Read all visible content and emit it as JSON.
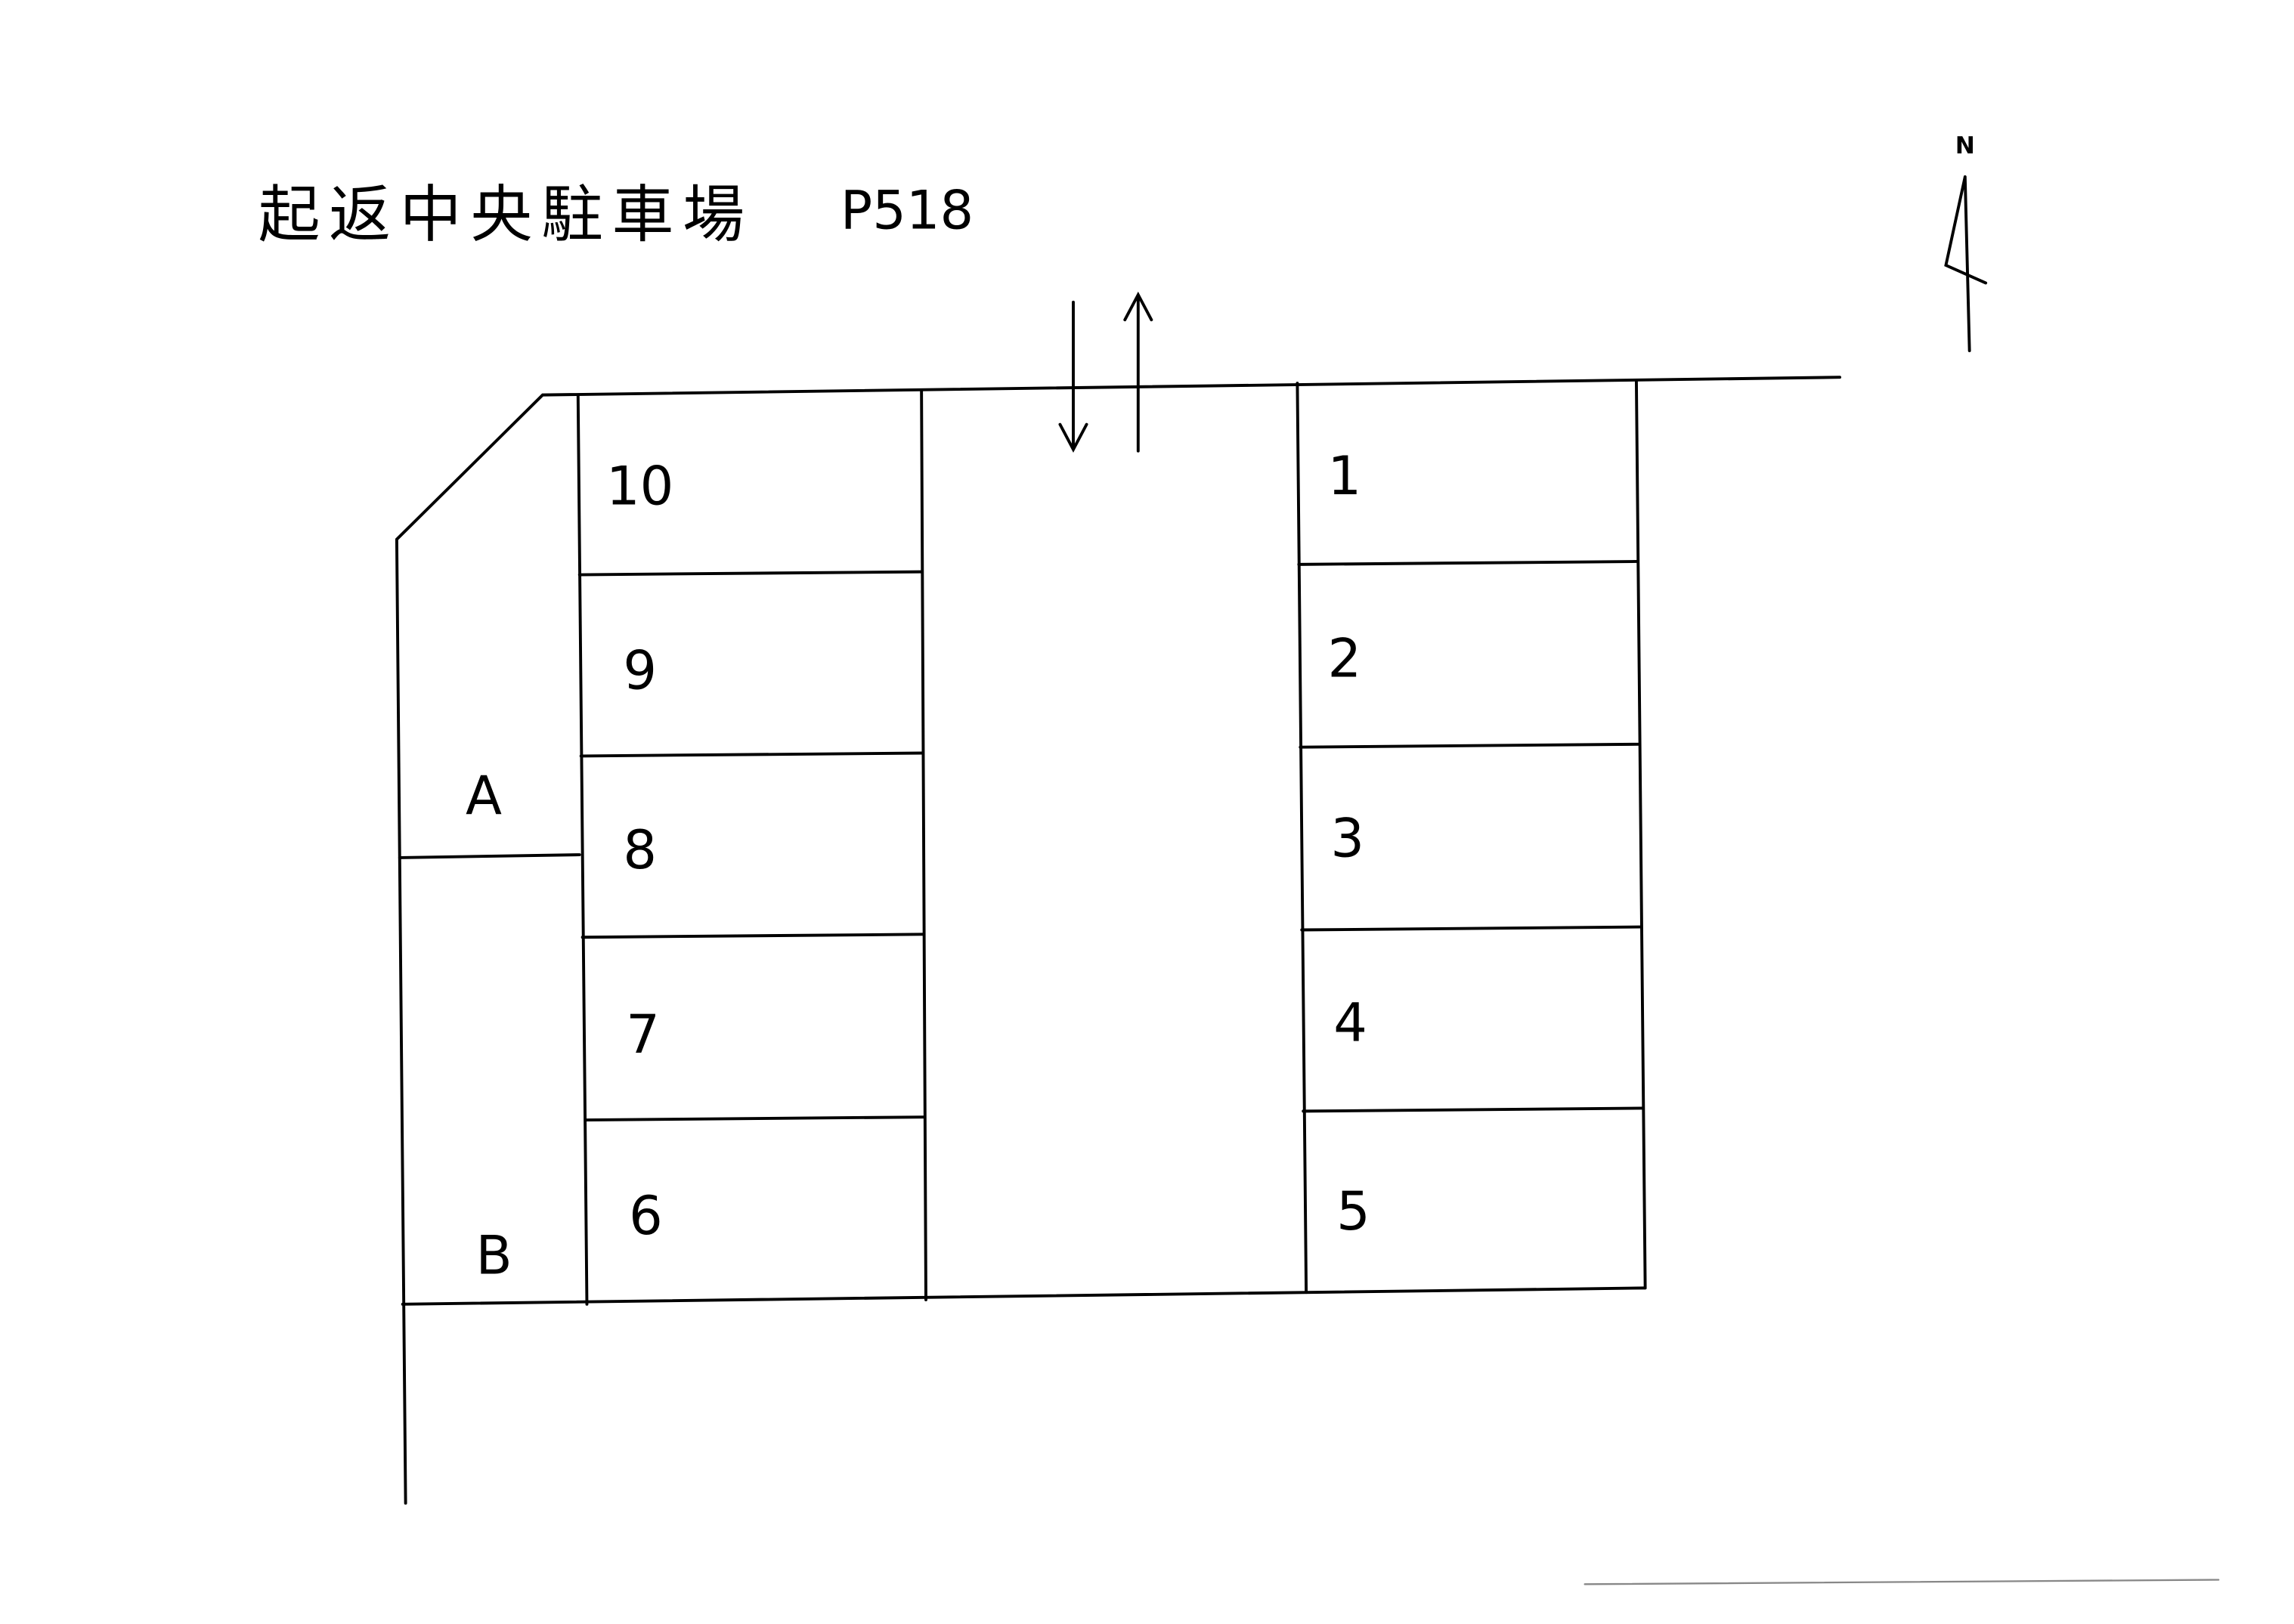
{
  "title": "起返中央駐車場",
  "code": "P518",
  "north_label": "N",
  "left_spaces": [
    "10",
    "9",
    "8",
    "7",
    "6"
  ],
  "right_spaces": [
    "1",
    "2",
    "3",
    "4",
    "5"
  ],
  "side_areas": [
    "A",
    "B"
  ]
}
